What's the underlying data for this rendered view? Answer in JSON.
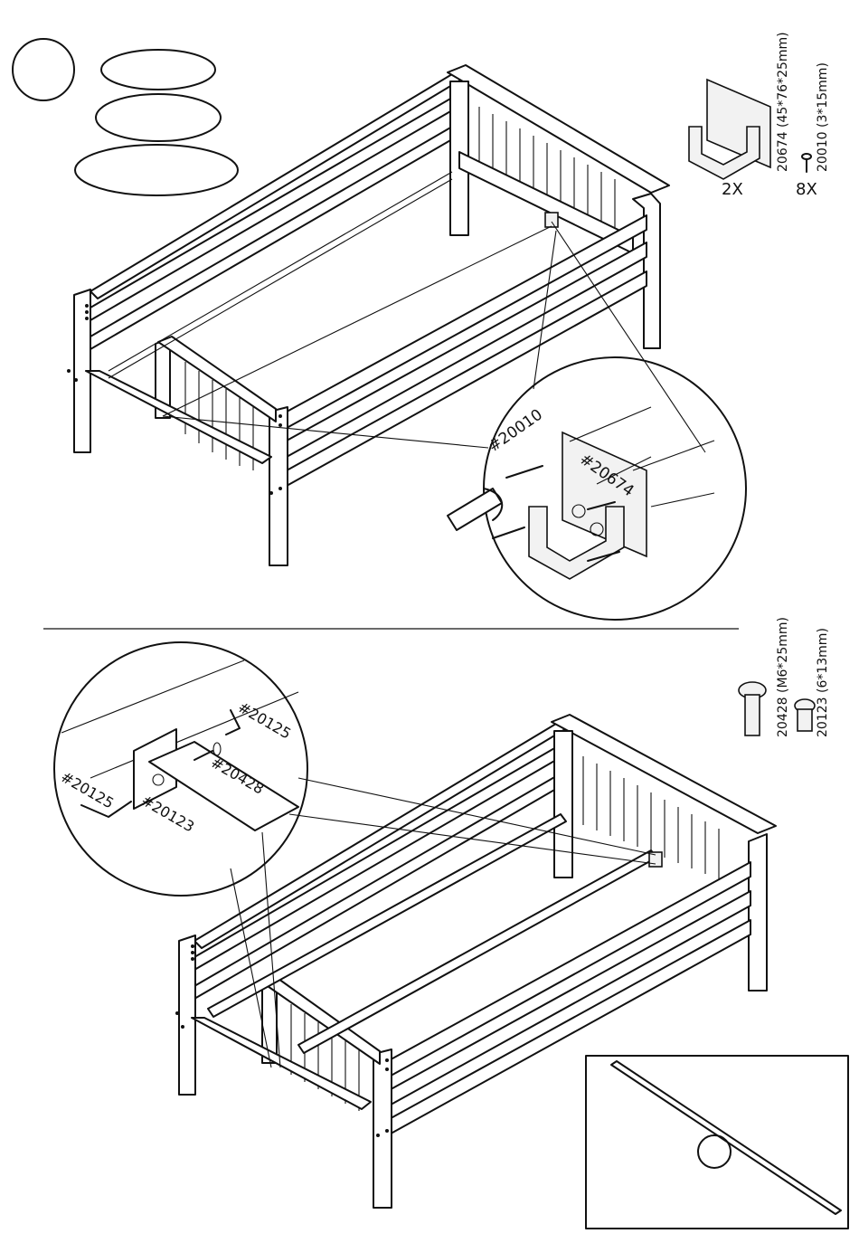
{
  "step1": {
    "bracket": {
      "code": "20674 (45*76*25mm)",
      "qty": "2X"
    },
    "screw": {
      "code": "20010 (3*15mm)",
      "qty": "8X"
    },
    "detail": {
      "screw_callout": "#20010",
      "bracket_callout": "#20674"
    }
  },
  "step2": {
    "bolt": {
      "code": "20428 (M6*25mm)"
    },
    "nut": {
      "code": "20123 (6*13mm)"
    },
    "detail": {
      "key_callout_top": "#20125",
      "bolt_callout": "#20428",
      "key_callout_left": "#20125",
      "nut_callout": "#20123"
    }
  },
  "icons": [
    "circle-icon",
    "ellipse-icon",
    "bed-frame-drawing",
    "wooden-slat-rod-drawing"
  ]
}
